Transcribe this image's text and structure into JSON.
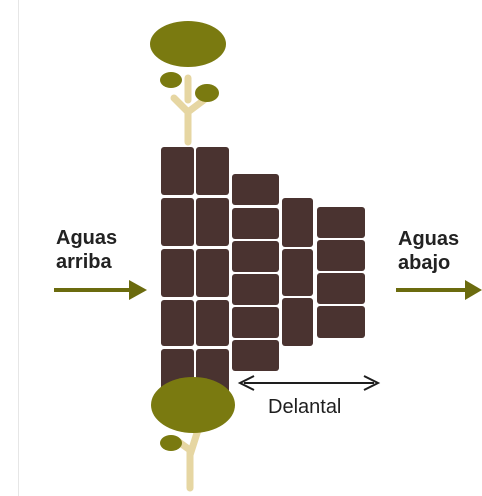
{
  "labels": {
    "upstream_line1": "Aguas",
    "upstream_line2": "arriba",
    "downstream_line1": "Aguas",
    "downstream_line2": "abajo",
    "apron": "Delantal"
  },
  "colors": {
    "stone": "#4a3330",
    "stone_border": "#ffffff",
    "foliage": "#7a7a10",
    "trunk": "#e6d6a2",
    "flow_arrow": "#6b6b0e",
    "apron_arrow": "#1e1e1e",
    "text": "#222222"
  }
}
